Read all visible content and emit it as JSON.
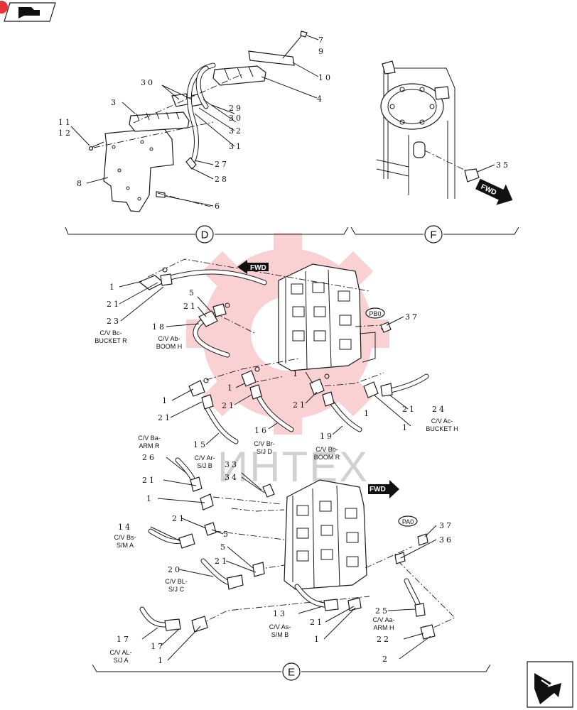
{
  "watermark": {
    "text": "ИНТЕХ",
    "color": "#e8323a"
  },
  "sections": {
    "d": "D",
    "f": "F",
    "e": "E"
  },
  "fwd": {
    "fwd1": "FWD",
    "fwd2": "FWD",
    "fwd3": "FWD"
  },
  "tags": {
    "pb0": "PB0",
    "pa0": "PA0"
  },
  "callouts": {
    "n7": "7",
    "n9": "9",
    "n10": "10",
    "n4": "4",
    "n30a": "30",
    "n29": "29",
    "n30b": "30",
    "n32": "32",
    "n31": "31",
    "n3": "3",
    "n11": "11",
    "n12": "12",
    "n27": "27",
    "n28": "28",
    "n8": "8",
    "n6": "6",
    "n35": "35",
    "e1a": "1",
    "e21a": "21",
    "e23": "23",
    "e5a": "5",
    "e21b": "21",
    "e18": "18",
    "e37a": "37",
    "e1b": "1",
    "e21c": "21",
    "e1c": "1",
    "e21d": "21",
    "e1d": "1",
    "e21e": "21",
    "e1e": "1",
    "e21f": "21",
    "e24": "24",
    "e1f": "1",
    "e15": "15",
    "e16": "16",
    "e19": "19",
    "e26": "26",
    "e21g": "21",
    "e1g": "1",
    "e33": "33",
    "e34": "34",
    "e21h": "21",
    "e14": "14",
    "e5b": "5",
    "e5c": "5",
    "e21i": "21",
    "e20": "20",
    "e37b": "37",
    "e36": "36",
    "e13": "13",
    "e21j": "21",
    "e1h": "1",
    "e25": "25",
    "e17a": "17",
    "e17b": "17",
    "e1i": "1",
    "e22": "22",
    "e2": "2"
  },
  "labels": {
    "bc1": "C/V Bc-",
    "bc2": "BUCKET R",
    "ab1": "C/V Ab-",
    "ab2": "BOOM H",
    "ba1": "C/V Ba-",
    "ba2": "ARM R",
    "ar1": "C/V Ar-",
    "ar2": "S/J B",
    "br1": "C/V Br-",
    "br2": "S/J D",
    "bb1": "C/V Bb-",
    "bb2": "BOOM R",
    "ac1": "C/V Ac-",
    "ac2": "BUCKET H",
    "bs1": "C/V Bs-",
    "bs2": "S/M A",
    "bl1": "C/V BL-",
    "bl2": "S/J C",
    "as1": "C/V As-",
    "as2": "S/M B",
    "aa1": "C/V Aa-",
    "aa2": "ARM H",
    "al1": "C/V AL-",
    "al2": "S/J A"
  }
}
